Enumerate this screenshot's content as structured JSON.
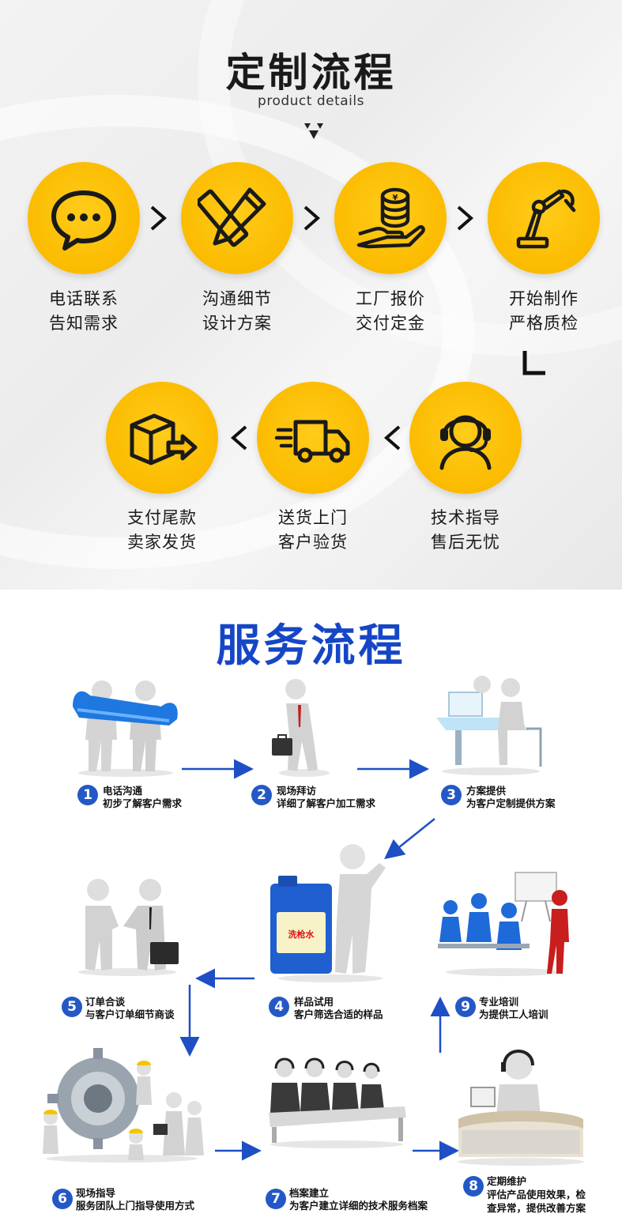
{
  "custom": {
    "title": "定制流程",
    "subtitle": "product details",
    "steps": [
      {
        "line1": "电话联系",
        "line2": "告知需求",
        "icon": "chat-bubble-icon"
      },
      {
        "line1": "沟通细节",
        "line2": "设计方案",
        "icon": "pencil-ruler-icon"
      },
      {
        "line1": "工厂报价",
        "line2": "交付定金",
        "icon": "coins-hand-icon"
      },
      {
        "line1": "开始制作",
        "line2": "严格质检",
        "icon": "robot-arm-icon"
      },
      {
        "line1": "技术指导",
        "line2": "售后无忧",
        "icon": "headset-support-icon"
      },
      {
        "line1": "送货上门",
        "line2": "客户验货",
        "icon": "delivery-truck-icon"
      },
      {
        "line1": "支付尾款",
        "line2": "卖家发货",
        "icon": "box-shipping-icon"
      }
    ],
    "accent": "#fbbb00"
  },
  "service": {
    "title": "服务流程",
    "accent": "#1546c6",
    "steps": [
      {
        "num": "1",
        "title": "电话沟通",
        "desc": "初步了解客户需求"
      },
      {
        "num": "2",
        "title": "现场拜访",
        "desc": "详细了解客户加工需求"
      },
      {
        "num": "3",
        "title": "方案提供",
        "desc": "为客户定制提供方案"
      },
      {
        "num": "4",
        "title": "样品试用",
        "desc": "客户筛选合适的样品"
      },
      {
        "num": "5",
        "title": "订单合谈",
        "desc": "与客户订单细节商谈"
      },
      {
        "num": "6",
        "title": "现场指导",
        "desc": "服务团队上门指导使用方式"
      },
      {
        "num": "7",
        "title": "档案建立",
        "desc": "为客户建立详细的技术服务档案"
      },
      {
        "num": "8",
        "title": "定期维护",
        "desc": "评估产品使用效果，检",
        "desc2": "查异常，提供改善方案"
      },
      {
        "num": "9",
        "title": "专业培训",
        "desc": "为提供工人培训"
      }
    ],
    "product_label": "洗枪水"
  }
}
